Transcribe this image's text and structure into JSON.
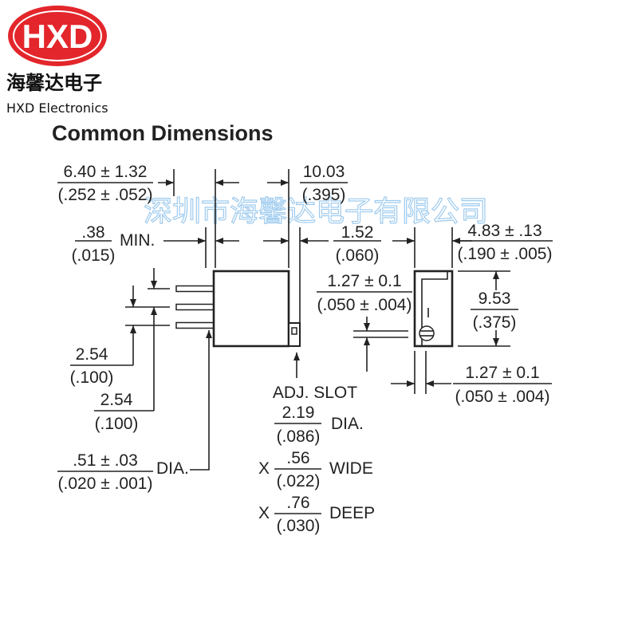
{
  "colors": {
    "accent": "#e3262b",
    "ink": "#222222",
    "watermark": "#9fcbee"
  },
  "logo": {
    "text": "HXD"
  },
  "company": {
    "name_cn": "海馨达电子",
    "name_en": "HXD Electronics"
  },
  "title": "Common Dimensions",
  "watermark": "深圳市海馨达电子有限公司",
  "dimensions": {
    "overall_depth": {
      "mm": "6.40 ± 1.32",
      "in": "(.252 ± .052)"
    },
    "body_width": {
      "mm": "10.03",
      "in": "(.395)"
    },
    "pin_standoff": {
      "mm": ".38",
      "in": "(.015)",
      "note": "MIN."
    },
    "slot_offset": {
      "mm": "1.52",
      "in": "(.060)"
    },
    "front_width": {
      "mm": "4.83 ± .13",
      "in": "(.190 ± .005)"
    },
    "slot_height": {
      "mm": "1.27 ± 0.1",
      "in": "(.050 ± .004)"
    },
    "body_height": {
      "mm": "9.53",
      "in": "(.375)"
    },
    "pin_pitch_1": {
      "mm": "2.54",
      "in": "(.100)"
    },
    "pin_pitch_2": {
      "mm": "2.54",
      "in": "(.100)"
    },
    "screw_offset": {
      "mm": "1.27 ± 0.1",
      "in": "(.050 ± .004)"
    },
    "pin_diameter": {
      "mm": ".51 ± .03",
      "in": "(.020 ± .001)",
      "note": "DIA."
    }
  },
  "adj_slot": {
    "label": "ADJ. SLOT",
    "diameter": {
      "mm": "2.19",
      "in": "(.086)",
      "note": "DIA."
    },
    "width": {
      "prefix": "X",
      "mm": ".56",
      "in": "(.022)",
      "note": "WIDE"
    },
    "depth": {
      "prefix": "X",
      "mm": ".76",
      "in": "(.030)",
      "note": "DEEP"
    }
  }
}
